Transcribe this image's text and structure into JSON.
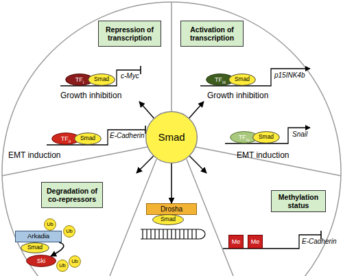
{
  "diagram": {
    "nodes": [
      {
        "text": [
          "Repression of transcription"
        ]
      },
      {
        "text": [
          "Activation of transcription"
        ]
      },
      {
        "text": [
          "TF",
          "I"
        ]
      },
      {
        "text": [
          "Smad"
        ]
      },
      {
        "text": [
          "TF",
          "III"
        ]
      },
      {
        "text": [
          "Smad"
        ]
      },
      {
        "text": [
          "TF",
          "II"
        ]
      },
      {
        "text": [
          "Smad"
        ]
      },
      {
        "text": [
          "TF",
          "IV"
        ]
      },
      {
        "text": [
          "Smad"
        ]
      },
      {
        "text": [
          "Smad"
        ]
      },
      {
        "text": [
          "Degradation of co-repressors"
        ]
      },
      {
        "text": [
          "Methylation status"
        ]
      },
      {
        "text": [
          "Drosha"
        ]
      },
      {
        "text": [
          "Smad"
        ]
      },
      {
        "text": [
          "Ub"
        ]
      },
      {
        "text": [
          "Arkadia"
        ]
      },
      {
        "text": [
          "Ub"
        ]
      },
      {
        "text": [
          "Me"
        ]
      },
      {
        "text": [
          "Me"
        ]
      },
      {
        "text": [
          "Smad"
        ]
      },
      {
        "text": [
          "Ub"
        ]
      },
      {
        "text": [
          "Ski"
        ]
      },
      {
        "text": [
          "Ub"
        ]
      }
    ],
    "edges": [
      {
        "from": 10,
        "to": 13,
        "arrow": "to"
      },
      {
        "from": 16,
        "to": 22,
        "arrow": "to"
      }
    ],
    "labels": [
      "c-Myc",
      "p15INK4b",
      "Growth inhibition",
      "Growth inhibition",
      "E-Cadherin",
      "Snail",
      "EMT induction",
      "EMT induction",
      "E-Cadherin"
    ]
  }
}
